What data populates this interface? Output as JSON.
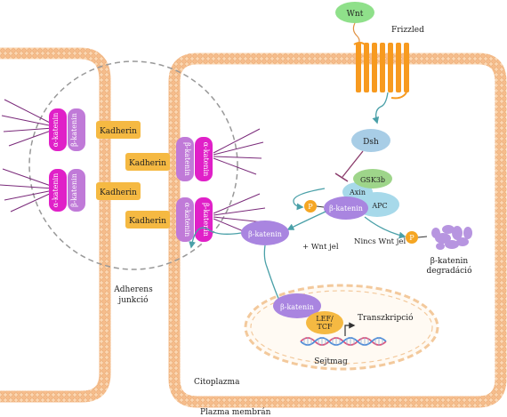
{
  "labels": {
    "wnt": "Wnt",
    "frizzled": "Frizzled",
    "dsh": "Dsh",
    "gsk3b": "GSK3b",
    "axin": "Axin",
    "apc": "APC",
    "p": "P",
    "beta_catenin": "β-katenin",
    "alpha_catenin_vertical": "α-katenin",
    "beta_catenin_vertical": "β-katenin",
    "cadherin": "Kadherin",
    "plus_wnt": "+ Wnt jel",
    "no_wnt": "Nincs Wnt jel",
    "degradation_line1": "β-katenin",
    "degradation_line2": "degradáció",
    "adherens_line1": "Adherens",
    "adherens_line2": "junkció",
    "lef_line1": "LEF/",
    "lef_line2": "TCF",
    "transcription": "Transzkripció",
    "nucleus": "Sejtmag",
    "cytoplasm": "Citoplazma",
    "plasma_membrane": "Plazma membrán"
  },
  "colors": {
    "membrane": "#f8c79a",
    "membrane_dark": "#eaa56a",
    "cadherin": "#f5b942",
    "alpha_catenin": "#e020c8",
    "beta_catenin_vertical": "#c07ad8",
    "beta_catenin": "#a985e0",
    "dsh": "#a8cde6",
    "gsk3b": "#9ed58a",
    "axin_apc": "#a7d9ea",
    "wnt": "#8fe08a",
    "phospho": "#f5a623",
    "degradation": "#b795e0",
    "arrow": "#4aa0a8",
    "inhibit": "#8a3a6a",
    "actin": "#7a2a7a"
  }
}
